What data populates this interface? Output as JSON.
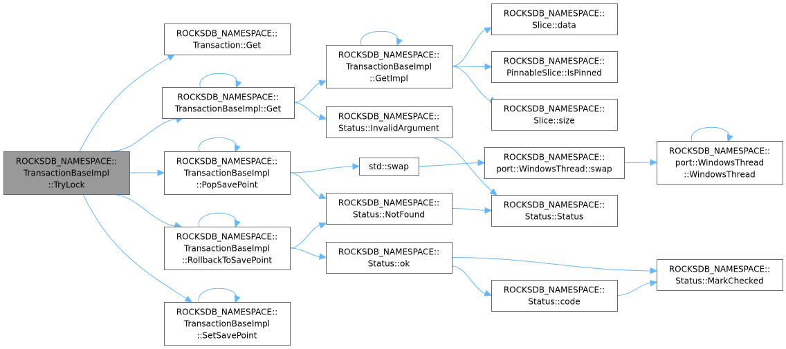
{
  "diagram": {
    "type": "call-graph",
    "colors": {
      "edge": "#63b8ff",
      "root_fill": "#999999",
      "node_fill": "#ffffff",
      "node_border": "#666666"
    },
    "nodes": [
      {
        "id": "trylock",
        "lines": [
          "ROCKSDB_NAMESPACE::",
          "TransactionBaseImpl",
          "::TryLock"
        ],
        "root": true
      },
      {
        "id": "txn_get",
        "lines": [
          "ROCKSDB_NAMESPACE::",
          "Transaction::Get"
        ]
      },
      {
        "id": "tbi_get",
        "lines": [
          "ROCKSDB_NAMESPACE::",
          "TransactionBaseImpl::Get"
        ]
      },
      {
        "id": "popsave",
        "lines": [
          "ROCKSDB_NAMESPACE::",
          "TransactionBaseImpl",
          "::PopSavePoint"
        ]
      },
      {
        "id": "rollback",
        "lines": [
          "ROCKSDB_NAMESPACE::",
          "TransactionBaseImpl",
          "::RollbackToSavePoint"
        ]
      },
      {
        "id": "setsave",
        "lines": [
          "ROCKSDB_NAMESPACE::",
          "TransactionBaseImpl",
          "::SetSavePoint"
        ]
      },
      {
        "id": "getimpl",
        "lines": [
          "ROCKSDB_NAMESPACE::",
          "TransactionBaseImpl",
          "::GetImpl"
        ]
      },
      {
        "id": "invalidarg",
        "lines": [
          "ROCKSDB_NAMESPACE::",
          "Status::InvalidArgument"
        ]
      },
      {
        "id": "swap",
        "lines": [
          "std::swap"
        ]
      },
      {
        "id": "notfound",
        "lines": [
          "ROCKSDB_NAMESPACE::",
          "Status::NotFound"
        ]
      },
      {
        "id": "ok",
        "lines": [
          "ROCKSDB_NAMESPACE::",
          "Status::ok"
        ]
      },
      {
        "id": "slicedata",
        "lines": [
          "ROCKSDB_NAMESPACE::",
          "Slice::data"
        ]
      },
      {
        "id": "pinned",
        "lines": [
          "ROCKSDB_NAMESPACE::",
          "PinnableSlice::IsPinned"
        ]
      },
      {
        "id": "slicesize",
        "lines": [
          "ROCKSDB_NAMESPACE::",
          "Slice::size"
        ]
      },
      {
        "id": "wtswap",
        "lines": [
          "ROCKSDB_NAMESPACE::",
          "port::WindowsThread::swap"
        ]
      },
      {
        "id": "status",
        "lines": [
          "ROCKSDB_NAMESPACE::",
          "Status::Status"
        ]
      },
      {
        "id": "code",
        "lines": [
          "ROCKSDB_NAMESPACE::",
          "Status::code"
        ]
      },
      {
        "id": "wtctor",
        "lines": [
          "ROCKSDB_NAMESPACE::",
          "port::WindowsThread",
          "::WindowsThread"
        ]
      },
      {
        "id": "markchecked",
        "lines": [
          "ROCKSDB_NAMESPACE::",
          "Status::MarkChecked"
        ]
      }
    ],
    "edges": [
      {
        "from": "trylock",
        "to": "txn_get"
      },
      {
        "from": "trylock",
        "to": "tbi_get"
      },
      {
        "from": "trylock",
        "to": "popsave"
      },
      {
        "from": "trylock",
        "to": "rollback"
      },
      {
        "from": "trylock",
        "to": "setsave"
      },
      {
        "from": "tbi_get",
        "to": "tbi_get"
      },
      {
        "from": "tbi_get",
        "to": "getimpl"
      },
      {
        "from": "tbi_get",
        "to": "invalidarg"
      },
      {
        "from": "getimpl",
        "to": "getimpl"
      },
      {
        "from": "getimpl",
        "to": "slicedata"
      },
      {
        "from": "getimpl",
        "to": "pinned"
      },
      {
        "from": "getimpl",
        "to": "slicesize"
      },
      {
        "from": "invalidarg",
        "to": "status"
      },
      {
        "from": "popsave",
        "to": "popsave"
      },
      {
        "from": "popsave",
        "to": "swap"
      },
      {
        "from": "popsave",
        "to": "notfound"
      },
      {
        "from": "swap",
        "to": "wtswap"
      },
      {
        "from": "wtswap",
        "to": "wtctor"
      },
      {
        "from": "wtctor",
        "to": "wtctor"
      },
      {
        "from": "notfound",
        "to": "status"
      },
      {
        "from": "rollback",
        "to": "rollback"
      },
      {
        "from": "rollback",
        "to": "notfound"
      },
      {
        "from": "rollback",
        "to": "ok"
      },
      {
        "from": "ok",
        "to": "markchecked"
      },
      {
        "from": "ok",
        "to": "code"
      },
      {
        "from": "code",
        "to": "markchecked"
      },
      {
        "from": "setsave",
        "to": "setsave"
      }
    ]
  }
}
